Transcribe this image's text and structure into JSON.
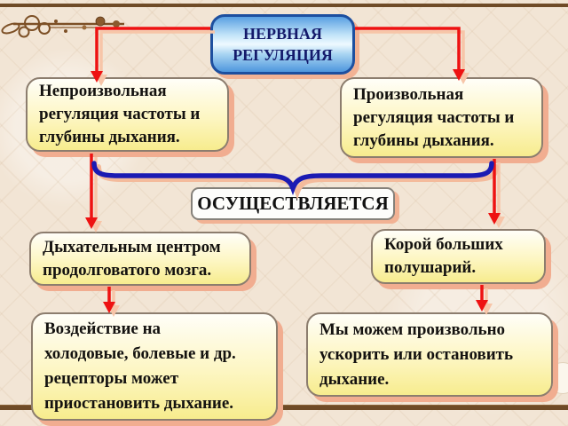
{
  "slide": {
    "title": {
      "lines": [
        "НЕРВНАЯ",
        "РЕГУЛЯЦИЯ"
      ]
    },
    "row1": {
      "involuntary": {
        "lines": [
          "Непроизвольная",
          "регуляция частоты и",
          "глубины дыхания."
        ]
      },
      "voluntary": {
        "lines": [
          "Произвольная",
          "регуляция частоты и",
          "глубины дыхания."
        ]
      }
    },
    "connector_label": {
      "text": "ОСУЩЕСТВЛЯЕТСЯ"
    },
    "row2": {
      "respiratory_center": {
        "lines": [
          "Дыхательным центром",
          "продолговатого мозга."
        ]
      },
      "cortex": {
        "lines": [
          "Корой больших",
          "полушарий."
        ]
      }
    },
    "row3": {
      "receptor_effect": {
        "lines": [
          "Воздействие на",
          "холодовые, болевые и др.",
          "рецепторы может",
          "приостановить дыхание."
        ]
      },
      "voluntary_control": {
        "lines": [
          "Мы можем произвольно",
          "ускорить или остановить",
          "дыхание."
        ]
      }
    },
    "colors": {
      "background": "#f2e5d5",
      "frame_line": "#6f4b27",
      "title_fill_blue": "#59a0e2",
      "title_text": "#141a6b",
      "title_border": "#1d4f9f",
      "box_fill_top": "#fffef8",
      "box_fill_bottom": "#f7ec8e",
      "box_border": "#8c7d6e",
      "box_shadow_salmon": "#f1ad90",
      "arrow_red": "#ee1212",
      "arrow_shadow_salmon": "#f7c5a8",
      "brace_blue": "#1b1bb3",
      "body_text": "#141210"
    }
  }
}
